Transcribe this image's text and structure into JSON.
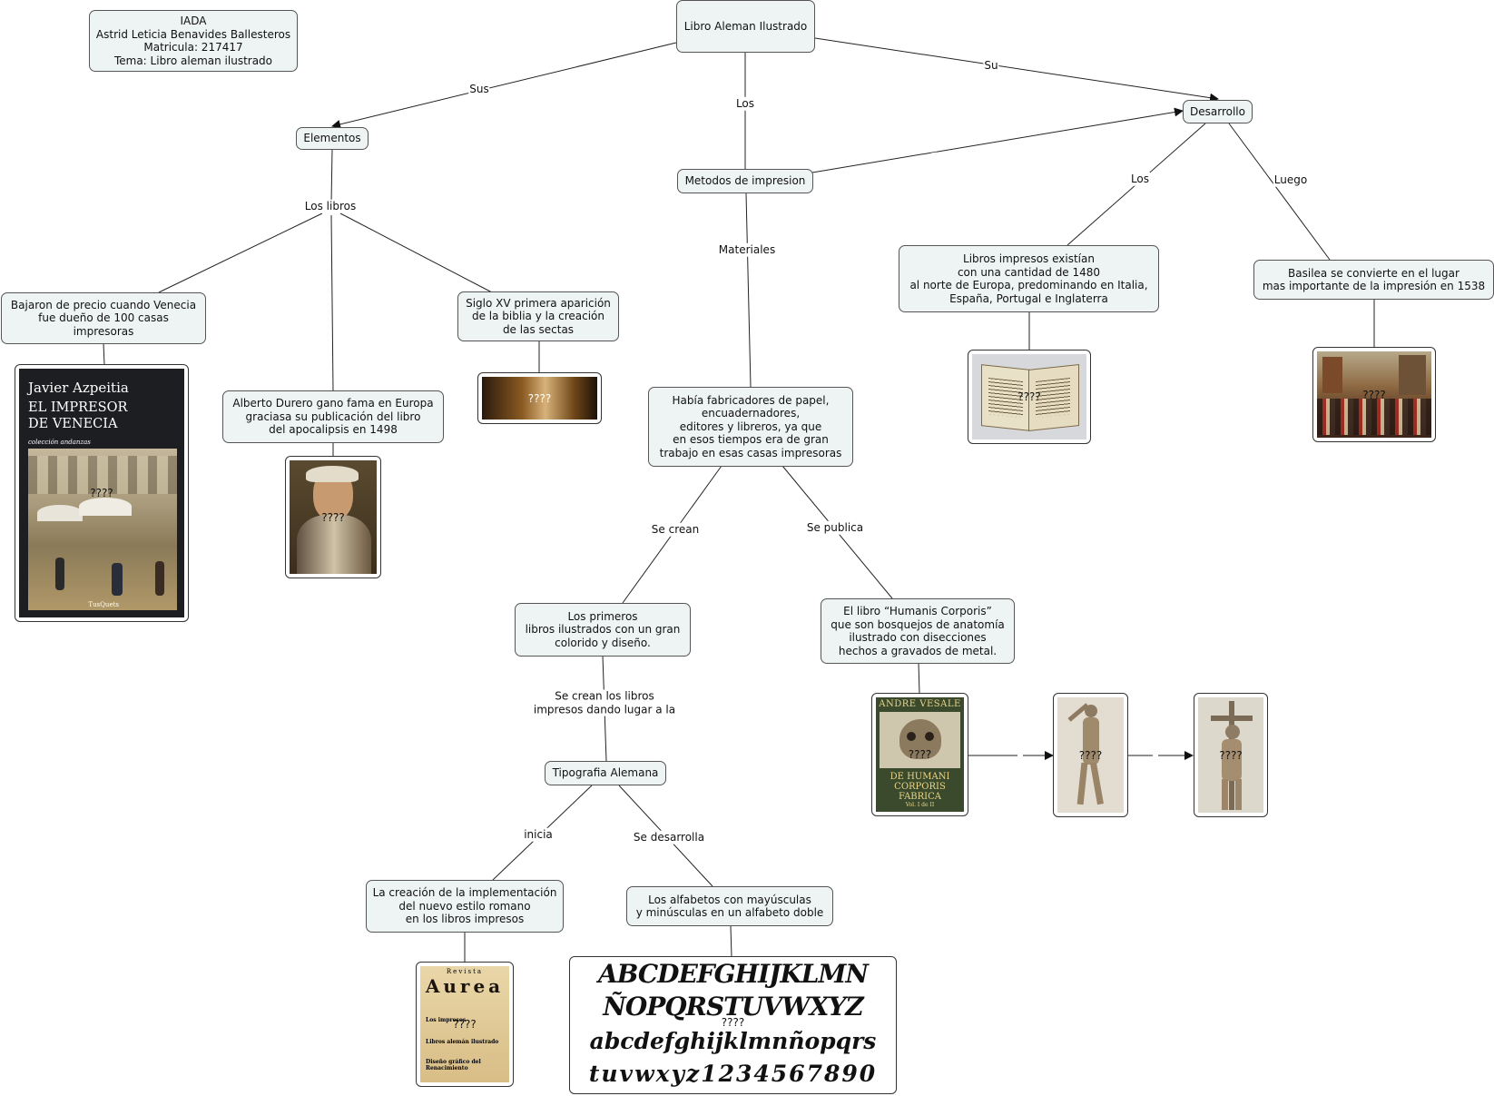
{
  "nodes": {
    "info": "IADA\nAstrid Leticia Benavides Ballesteros\nMatricula: 217417\nTema: Libro aleman ilustrado",
    "root": "Libro Aleman Ilustrado",
    "elementos": "Elementos",
    "metodos": "Metodos de impresion",
    "desarrollo": "Desarrollo",
    "bajaron": "Bajaron de precio cuando Venecia\nfue dueño de 100 casas\nimpresoras",
    "alberto": "Alberto Durero gano fama en Europa\ngraciasa su publicación del libro\ndel apocalipsis en 1498",
    "siglo": "Siglo XV primera aparición\nde la biblia y la creación\nde las sectas",
    "habia": "Había fabricadores de papel,\nencuadernadores,\neditores y libreros, ya que\nen esos tiempos era de gran\ntrabajo en esas casas impresoras",
    "impresos": "Libros impresos existían\ncon una cantidad de 1480\nal norte de Europa, predominando en Italia,\nEspaña, Portugal e Inglaterra",
    "basilea": "Basilea se convierte en el lugar\nmas importante de la impresión en 1538",
    "primeros": "Los primeros\nlibros ilustrados con un gran\ncolorido y diseño.",
    "humanis": "El libro “Humanis Corporis”\nque son bosquejos de anatomía\nilustrado con disecciones\nhechos a gravados de metal.",
    "tipografia": "Tipografia Alemana",
    "creacion": "La creación de la implementación\ndel nuevo estilo romano\nen los libros impresos",
    "alfabetos": "Los alfabetos con mayúsculas\ny minúsculas en un alfabeto doble"
  },
  "links": {
    "sus": "Sus",
    "los1": "Los",
    "su": "Su",
    "los_libros": "Los libros",
    "materiales": "Materiales",
    "los2": "Los",
    "luego": "Luego",
    "se_crean": "Se crean",
    "se_publica": "Se publica",
    "se_crean_libros": "Se crean los libros\nimpresos dando lugar a la",
    "inicia": "inicia",
    "se_desarrolla": "Se desarrolla"
  },
  "images": {
    "placeholder": "????",
    "cover_author": "Javier Azpeitia",
    "cover_title": "EL IMPRESOR\nDE VENECIA",
    "cover_series": "colección andanzas",
    "cover_publisher": "TusQuets",
    "vesale_top": "ANDRE VESALE",
    "vesale_title": "DE HUMANI\nCORPORIS FABRICA",
    "vesale_sub": "Vol. I de II",
    "aurea_top": "Revista",
    "aurea_title": "Aurea",
    "aurea_lines": [
      "Los impresos",
      "Libros alemán ilustrado",
      "Diseño gráfico del Renacimiento"
    ],
    "gothic_rows": [
      "ABCDEFGHIJKLMN",
      "ÑOPQRSTUVWXYZ",
      "abcdefghijklmnñopqrs",
      "tuvwxyz1234567890"
    ]
  },
  "colors": {
    "node_fill": "#eef3f4",
    "line": "#222222"
  }
}
